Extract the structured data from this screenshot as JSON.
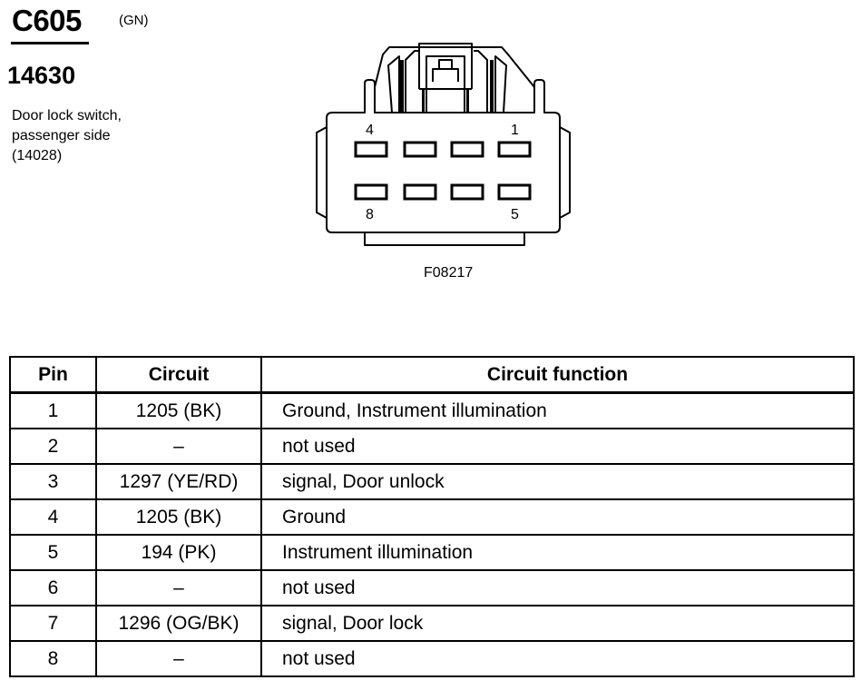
{
  "header": {
    "connector_id": "C605",
    "connector_color": "(GN)",
    "part_number": "14630",
    "description_lines": [
      "Door lock switch,",
      "passenger side",
      "(14028)"
    ]
  },
  "diagram": {
    "pin_labels": {
      "top_left": "4",
      "top_right": "1",
      "bottom_left": "8",
      "bottom_right": "5"
    },
    "figure_ref": "F08217"
  },
  "table": {
    "headers": [
      "Pin",
      "Circuit",
      "Circuit function"
    ],
    "rows": [
      {
        "pin": "1",
        "circuit": "1205 (BK)",
        "function": "Ground, Instrument illumination"
      },
      {
        "pin": "2",
        "circuit": "–",
        "function": "not used"
      },
      {
        "pin": "3",
        "circuit": "1297 (YE/RD)",
        "function": "signal, Door unlock"
      },
      {
        "pin": "4",
        "circuit": "1205 (BK)",
        "function": "Ground"
      },
      {
        "pin": "5",
        "circuit": "194 (PK)",
        "function": "Instrument illumination"
      },
      {
        "pin": "6",
        "circuit": "–",
        "function": "not used"
      },
      {
        "pin": "7",
        "circuit": "1296 (OG/BK)",
        "function": "signal, Door lock"
      },
      {
        "pin": "8",
        "circuit": "–",
        "function": "not used"
      }
    ]
  }
}
